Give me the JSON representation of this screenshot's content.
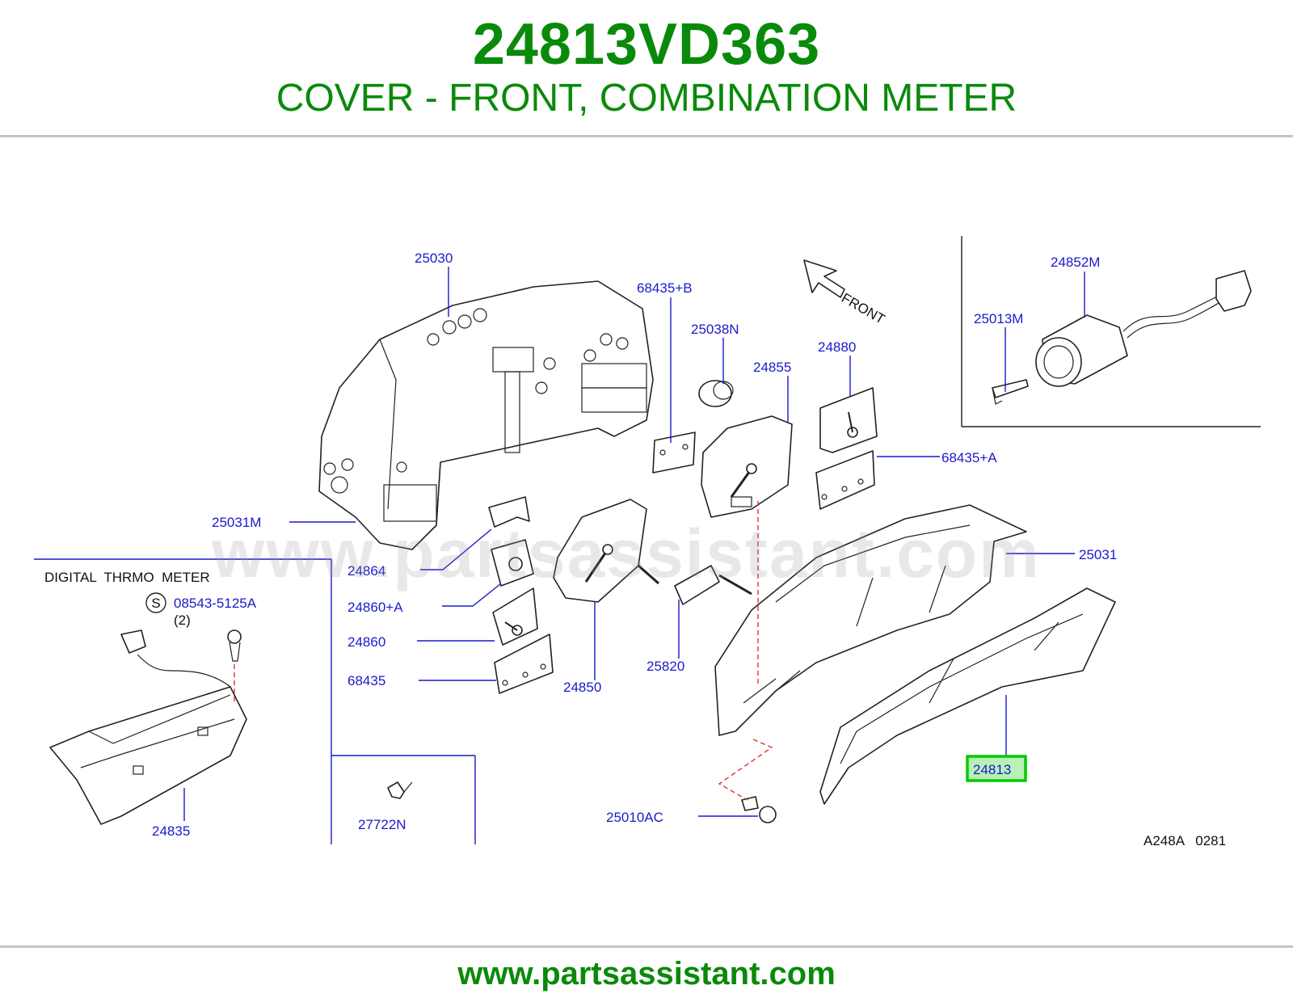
{
  "header": {
    "part_number": "24813VD363",
    "part_name": "COVER - FRONT, COMBINATION METER"
  },
  "footer": {
    "url": "www.partsassistant.com"
  },
  "watermark": "www.partsassistant.com",
  "diagram": {
    "direction_label": "FRONT",
    "section_title": "DIGITAL  THRMO  METER",
    "screw_symbol": "S",
    "screw_qty": "(2)",
    "code": "A248A   0281",
    "labels": {
      "p25030": "25030",
      "p68435b": "68435+B",
      "p25038n": "25038N",
      "p24855": "24855",
      "p24880": "24880",
      "p24852m": "24852M",
      "p25013m": "25013M",
      "p68435a": "68435+A",
      "p25031m": "25031M",
      "p25031": "25031",
      "p24864": "24864",
      "p08543": "08543-5125A",
      "p24860a": "24860+A",
      "p24860": "24860",
      "p68435": "68435",
      "p24850": "24850",
      "p25820": "25820",
      "p24813": "24813",
      "p25010ac": "25010AC",
      "p24835": "24835",
      "p27722n": "27722N"
    }
  },
  "colors": {
    "brand_green": "#0a8a0a",
    "label_blue": "#1a1acc",
    "highlight_green": "#00cc00",
    "highlight_fill": "#b8f0b8",
    "dashed_red": "#e03030"
  }
}
